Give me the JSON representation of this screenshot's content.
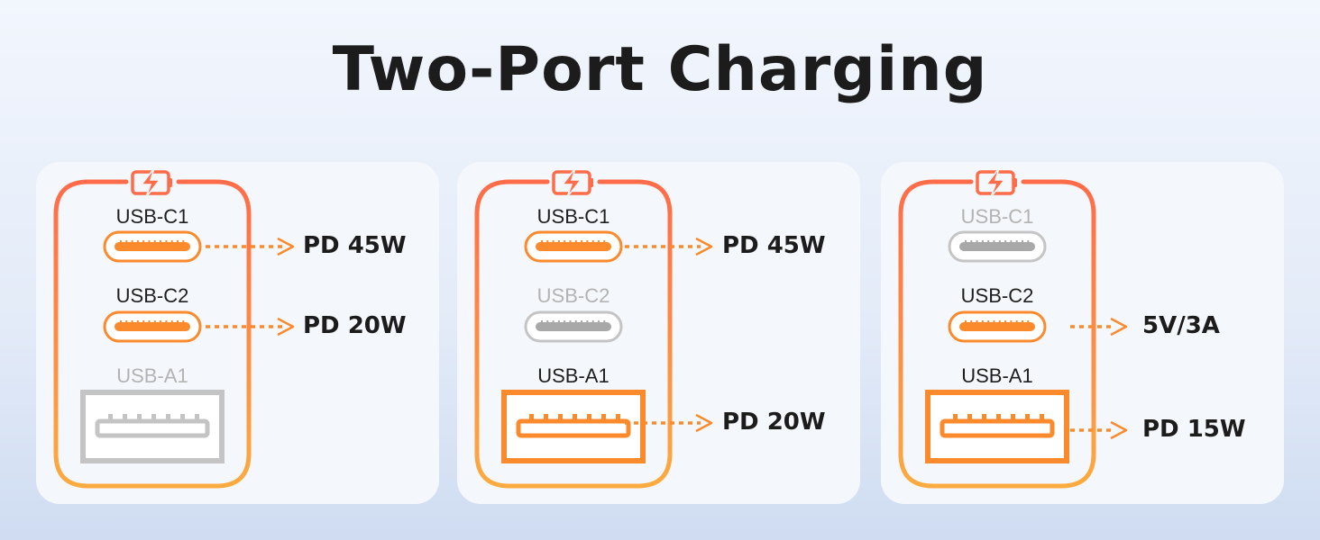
{
  "title": "Two-Port Charging",
  "colors": {
    "accent_top": "#ff6c4a",
    "accent_bottom": "#fbab40",
    "port_fill": "#fb8a2c",
    "inactive": "#c4c4c4",
    "inactive_core": "#a8a8a8"
  },
  "panels": [
    {
      "ports": [
        {
          "label": "USB-C1",
          "type": "usb-c",
          "active": true,
          "output": "PD 45W"
        },
        {
          "label": "USB-C2",
          "type": "usb-c",
          "active": true,
          "output": "PD 20W"
        },
        {
          "label": "USB-A1",
          "type": "usb-a",
          "active": false,
          "output": ""
        }
      ]
    },
    {
      "ports": [
        {
          "label": "USB-C1",
          "type": "usb-c",
          "active": true,
          "output": "PD 45W"
        },
        {
          "label": "USB-C2",
          "type": "usb-c",
          "active": false,
          "output": ""
        },
        {
          "label": "USB-A1",
          "type": "usb-a",
          "active": true,
          "output": "PD 20W"
        }
      ]
    },
    {
      "ports": [
        {
          "label": "USB-C1",
          "type": "usb-c",
          "active": false,
          "output": ""
        },
        {
          "label": "USB-C2",
          "type": "usb-c",
          "active": true,
          "output": "5V/3A"
        },
        {
          "label": "USB-A1",
          "type": "usb-a",
          "active": true,
          "output": "PD 15W"
        }
      ]
    }
  ]
}
